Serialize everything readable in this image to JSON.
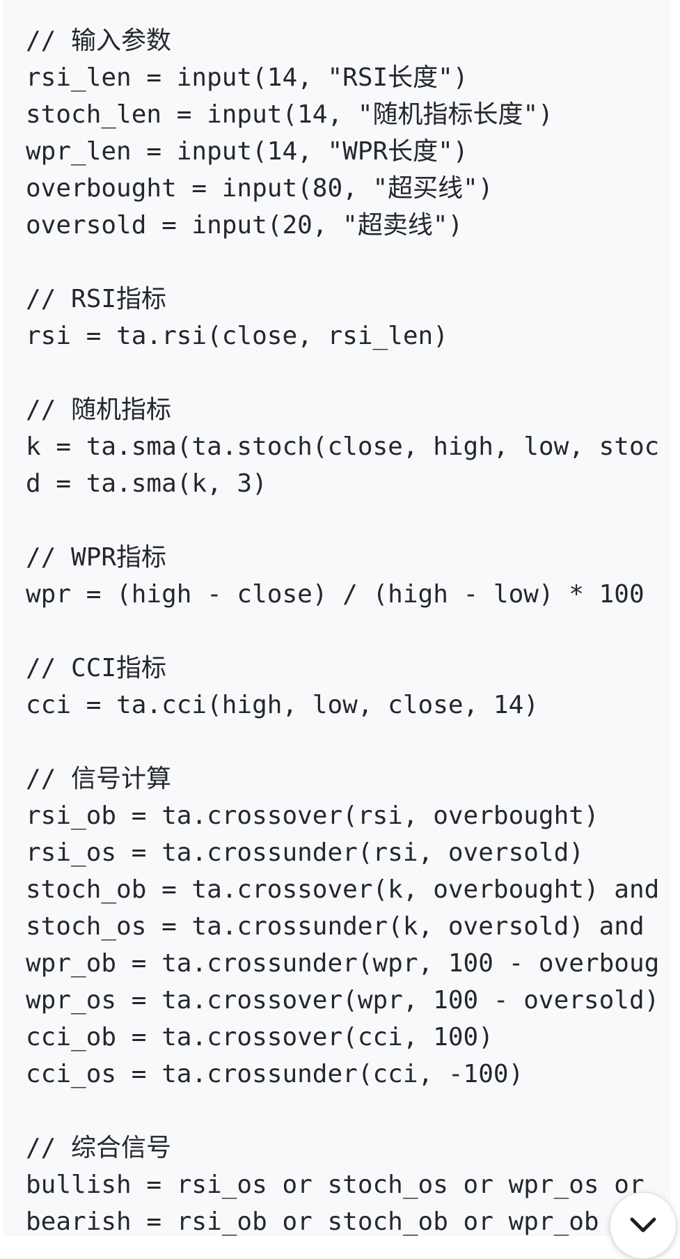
{
  "code_block": {
    "lines": [
      "// 输入参数",
      "rsi_len = input(14, \"RSI长度\")",
      "stoch_len = input(14, \"随机指标长度\")",
      "wpr_len = input(14, \"WPR长度\")",
      "overbought = input(80, \"超买线\")",
      "oversold = input(20, \"超卖线\")",
      "",
      "// RSI指标",
      "rsi = ta.rsi(close, rsi_len)",
      "",
      "// 随机指标",
      "k = ta.sma(ta.stoch(close, high, low, stoc",
      "d = ta.sma(k, 3)",
      "",
      "// WPR指标",
      "wpr = (high - close) / (high - low) * 100",
      "",
      "// CCI指标",
      "cci = ta.cci(high, low, close, 14)",
      "",
      "// 信号计算",
      "rsi_ob = ta.crossover(rsi, overbought)",
      "rsi_os = ta.crossunder(rsi, oversold)",
      "stoch_ob = ta.crossover(k, overbought) and",
      "stoch_os = ta.crossunder(k, oversold) and",
      "wpr_ob = ta.crossunder(wpr, 100 - overboug",
      "wpr_os = ta.crossover(wpr, 100 - oversold)",
      "cci_ob = ta.crossover(cci, 100)",
      "cci_os = ta.crossunder(cci, -100)",
      "",
      "// 综合信号",
      "bullish = rsi_os or stoch_os or wpr_os or",
      "bearish = rsi_ob or stoch_ob or wpr_ob"
    ]
  },
  "scroll_button": {
    "icon": "chevron-down-icon"
  }
}
